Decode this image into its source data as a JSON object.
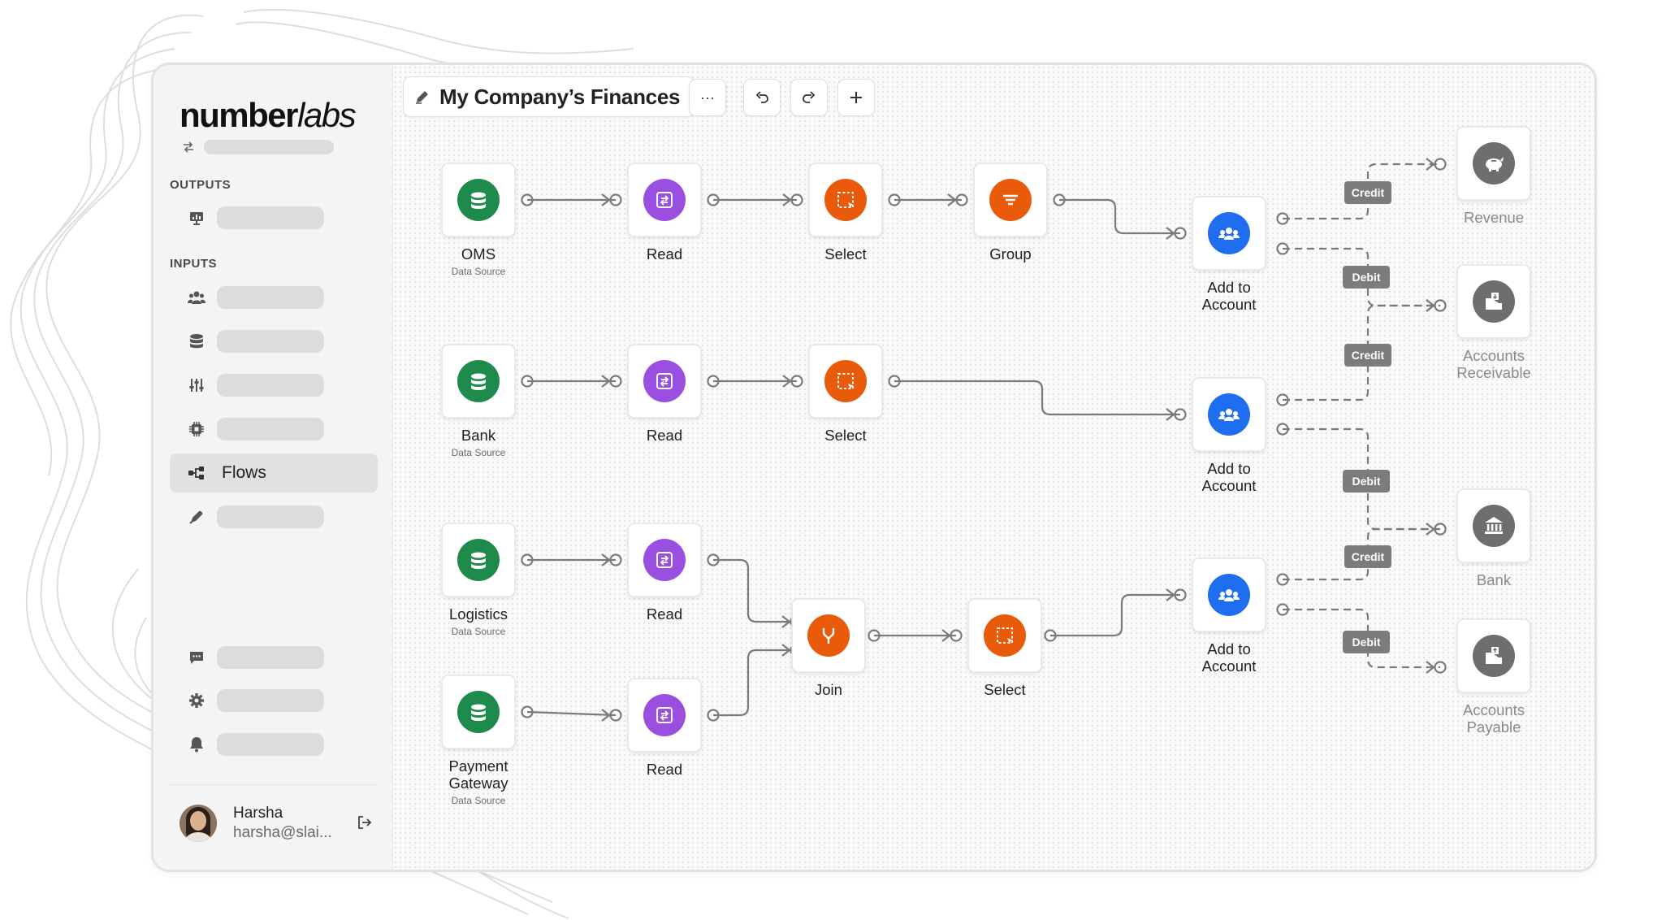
{
  "app": {
    "logo_bold": "number",
    "logo_italic": "labs",
    "title": "My Company’s Finances"
  },
  "toolbar": {
    "more_label": "···",
    "undo_icon": "undo-icon",
    "redo_icon": "redo-icon",
    "add_icon": "plus-icon"
  },
  "sidebar": {
    "outputs_label": "OUTPUTS",
    "inputs_label": "INPUTS",
    "outputs": [
      {
        "icon": "chart-icon"
      }
    ],
    "inputs": [
      {
        "icon": "users-icon"
      },
      {
        "icon": "database-icon"
      },
      {
        "icon": "sliders-icon"
      },
      {
        "icon": "chip-icon"
      },
      {
        "icon": "flows-icon",
        "label": "Flows",
        "active": true
      },
      {
        "icon": "pen-icon"
      }
    ],
    "bottom": [
      {
        "icon": "chat-icon"
      },
      {
        "icon": "gear-icon"
      },
      {
        "icon": "bell-icon"
      }
    ]
  },
  "user": {
    "name": "Harsha",
    "email": "harsha@slai..."
  },
  "colors": {
    "source": "#1e8a4c",
    "read": "#9b4fe0",
    "transform": "#ea5a0b",
    "account": "#1f6ef0",
    "output": "#6e6e6e",
    "edge": "#7a7a7a",
    "tag": "#7c7c7c"
  },
  "flow": {
    "nodes": [
      {
        "id": "oms",
        "label": "OMS",
        "sub": "Data Source",
        "kind": "source"
      },
      {
        "id": "read1",
        "label": "Read",
        "kind": "read"
      },
      {
        "id": "select1",
        "label": "Select",
        "kind": "select"
      },
      {
        "id": "group",
        "label": "Group",
        "kind": "group"
      },
      {
        "id": "acc1",
        "label": "Add to Account",
        "kind": "account"
      },
      {
        "id": "bank_src",
        "label": "Bank",
        "sub": "Data Source",
        "kind": "source"
      },
      {
        "id": "read2",
        "label": "Read",
        "kind": "read"
      },
      {
        "id": "select2",
        "label": "Select",
        "kind": "select"
      },
      {
        "id": "acc2",
        "label": "Add to Account",
        "kind": "account"
      },
      {
        "id": "logistics",
        "label": "Logistics",
        "sub": "Data Source",
        "kind": "source"
      },
      {
        "id": "read3",
        "label": "Read",
        "kind": "read"
      },
      {
        "id": "payment",
        "label": "Payment Gateway",
        "sub": "Data Source",
        "kind": "source"
      },
      {
        "id": "read4",
        "label": "Read",
        "kind": "read"
      },
      {
        "id": "join",
        "label": "Join",
        "kind": "join"
      },
      {
        "id": "select3",
        "label": "Select",
        "kind": "select"
      },
      {
        "id": "acc3",
        "label": "Add to Account",
        "kind": "account"
      },
      {
        "id": "revenue",
        "label": "Revenue",
        "kind": "revenue"
      },
      {
        "id": "ar",
        "label": "Accounts Receivable",
        "kind": "receivable"
      },
      {
        "id": "bank_out",
        "label": "Bank",
        "kind": "bank"
      },
      {
        "id": "ap",
        "label": "Accounts Payable",
        "kind": "payable"
      }
    ],
    "edge_tags": [
      "Credit",
      "Debit",
      "Credit",
      "Debit",
      "Credit",
      "Debit"
    ]
  }
}
